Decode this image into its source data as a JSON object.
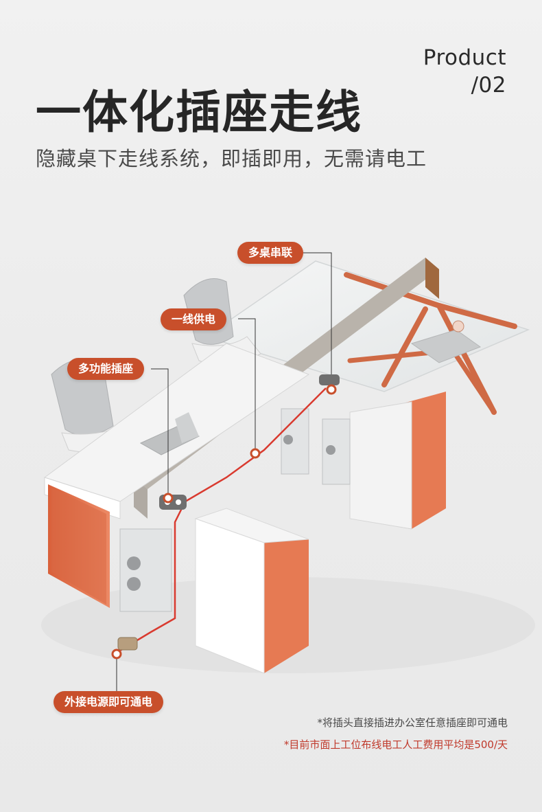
{
  "header": {
    "product_word": "Product",
    "product_number": "/02",
    "title": "一体化插座走线",
    "subtitle": "隐藏桌下走线系统，即插即用，无需请电工"
  },
  "callouts": {
    "multi_desk": "多桌串联",
    "single_line": "一线供电",
    "multi_socket": "多功能插座",
    "external_power": "外接电源即可通电"
  },
  "notes": {
    "note_1": "*将插头直接插进办公室任意插座即可通电",
    "note_2": "*目前市面上工位布线电工人工费用平均是500/天"
  },
  "colors": {
    "accent_orange": "#c84f2b",
    "cabinet_orange": "#e2704a",
    "title_dark": "#262626",
    "note_grey": "#4a4a4a",
    "note_red": "#c0392b"
  }
}
